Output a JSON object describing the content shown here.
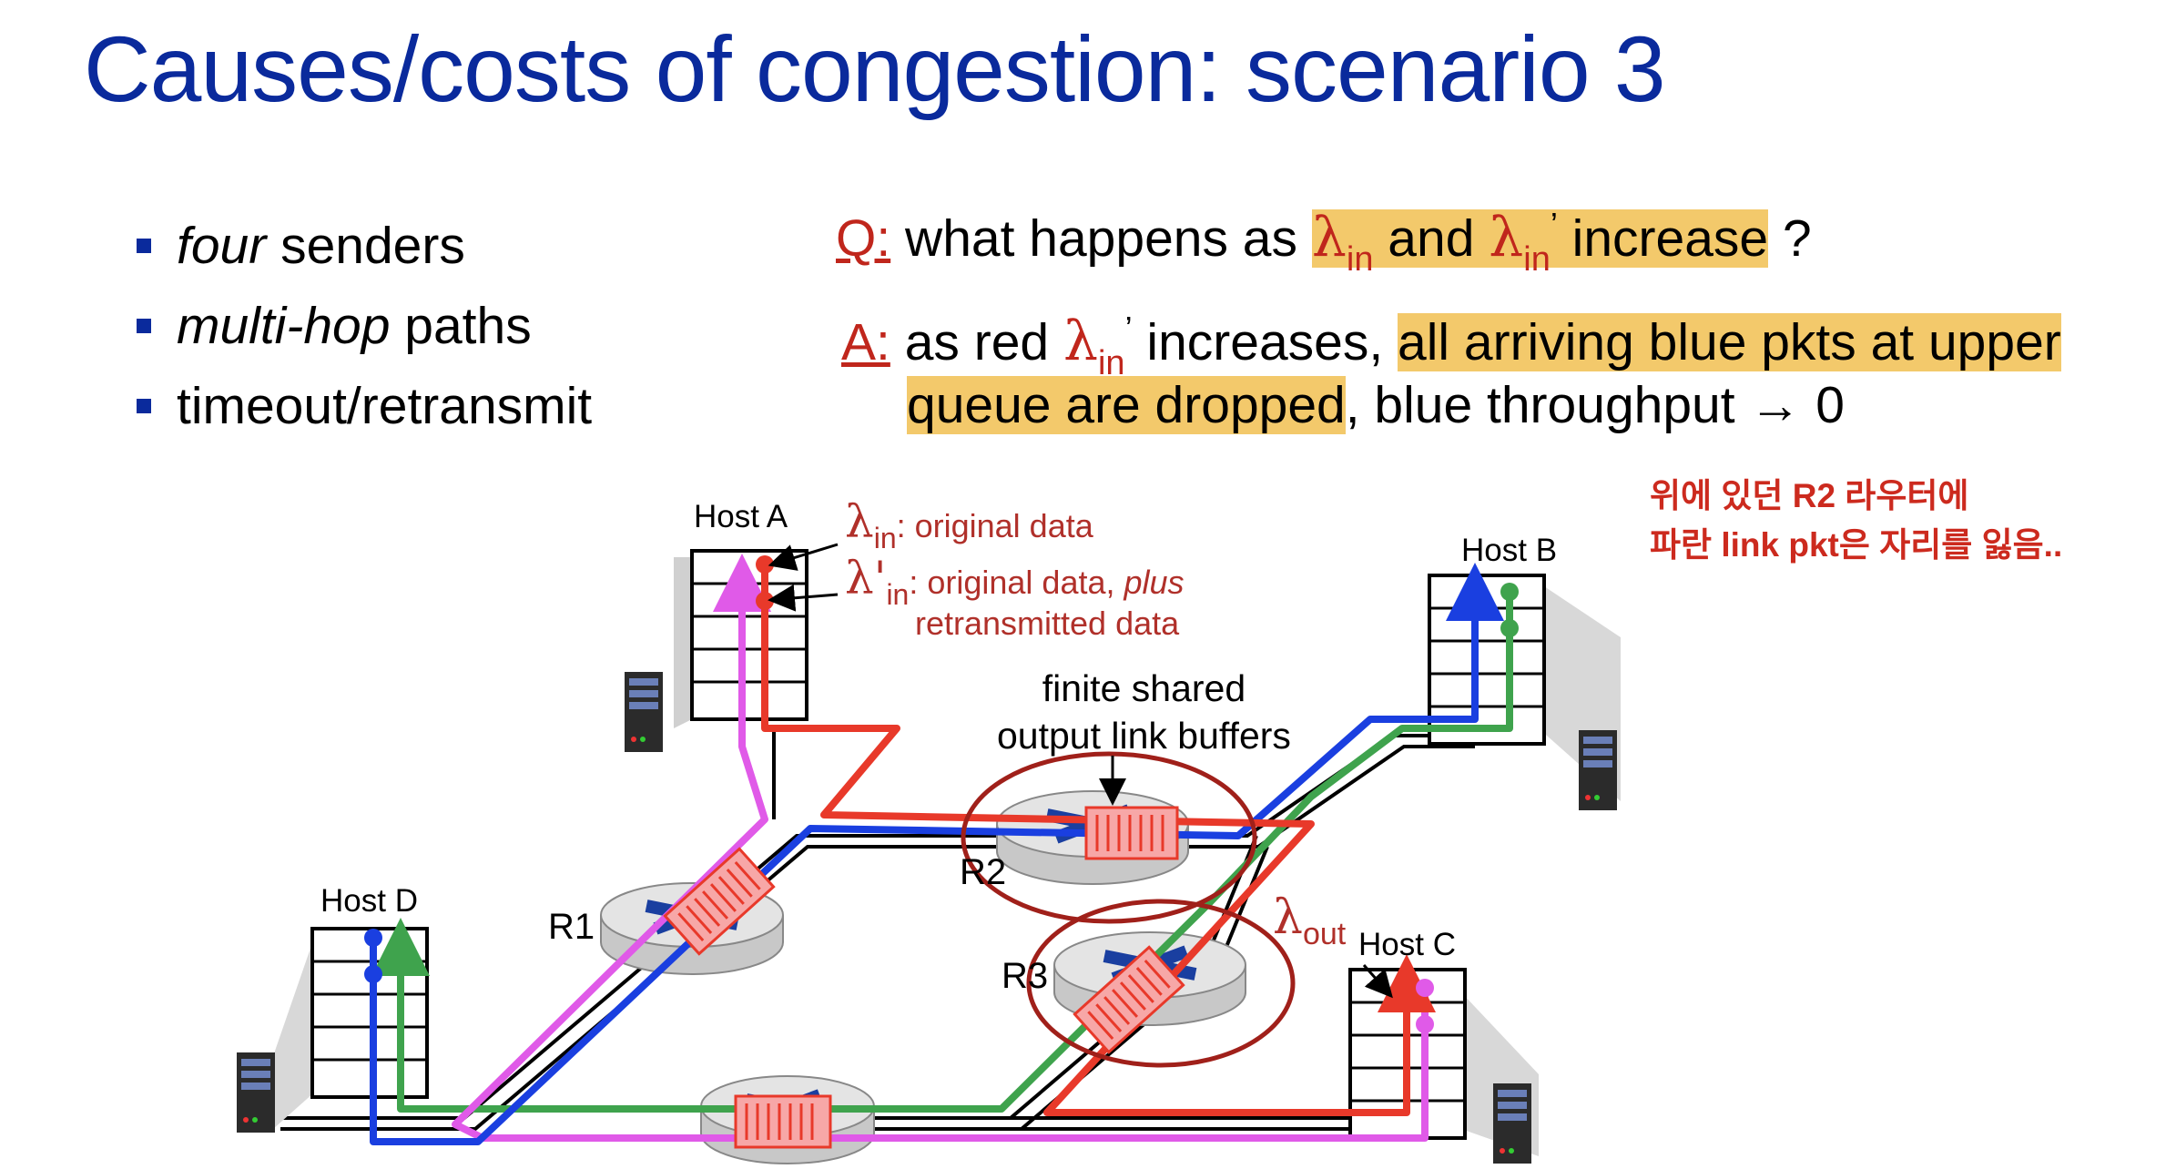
{
  "title": "Causes/costs of congestion: scenario 3",
  "bullets": [
    {
      "em": "four",
      "rest": " senders"
    },
    {
      "em": "multi-hop",
      "rest": " paths"
    },
    {
      "em": "",
      "rest": "timeout/retransmit"
    }
  ],
  "question": {
    "label": "Q:",
    "text1": " what happens as ",
    "lambda": "λ",
    "in": "in",
    "and": " and ",
    "prime": "’",
    "text2": " increase",
    "end": " ?"
  },
  "answer": {
    "label": "A:",
    "text1": " as red ",
    "lambda": "λ",
    "in": "in",
    "prime": "’",
    "text2": " increases, ",
    "highlight1": "all arriving blue pkts at upper",
    "highlight2": "queue are dropped",
    "text3": ", blue throughput → 0"
  },
  "diagram": {
    "host_a": "Host A",
    "host_b": "Host B",
    "host_c": "Host C",
    "host_d": "Host D",
    "r1": "R1",
    "r2": "R2",
    "r3": "R3",
    "lambda": "λ",
    "lambda_prime": "λ'",
    "sub_in": "in",
    "sub_out": "out",
    "lambda_in_desc": ": original data",
    "lambda_in_prime_desc1": ": original data, ",
    "lambda_in_prime_desc_plus": "plus",
    "lambda_in_prime_desc2": "retransmitted data",
    "buffers_label_1": "finite shared",
    "buffers_label_2": "output link buffers"
  },
  "korean_note": {
    "line1": "위에 있던 R2 라우터에",
    "line2": "파란 link pkt은 자리를 잃음.."
  },
  "colors": {
    "title": "#0a2a9c",
    "highlight": "#f3c96b",
    "red_flow": "#e8392a",
    "blue_flow": "#1a3fe0",
    "green_flow": "#3fa34d",
    "magenta_flow": "#e05ae8",
    "annotation": "#b0302a"
  }
}
